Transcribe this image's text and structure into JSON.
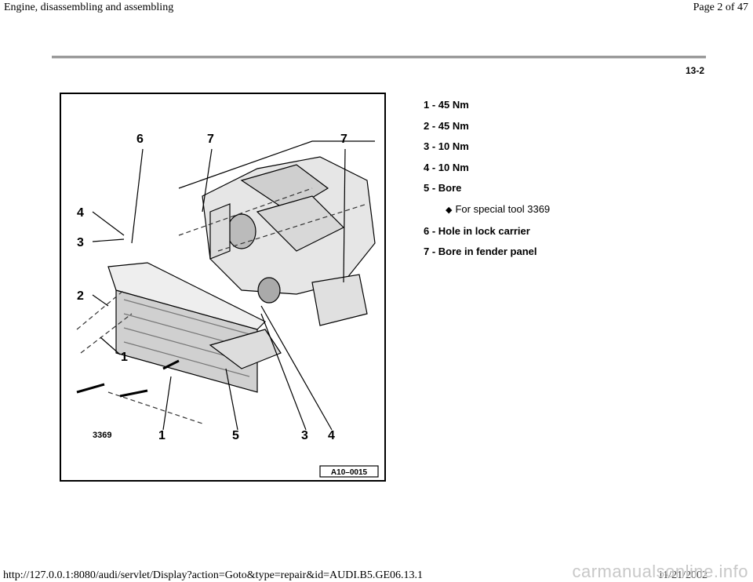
{
  "header": {
    "title": "Engine, disassembling and assembling",
    "page_label": "Page 2 of 47"
  },
  "page_code": "13-2",
  "figure": {
    "ref_code": "A10–0015",
    "tool_label": "3369",
    "callouts": [
      "6",
      "7",
      "7",
      "4",
      "3",
      "2",
      "1",
      "1",
      "5",
      "3",
      "4"
    ]
  },
  "legend": {
    "items": [
      {
        "text": "1 - 45 Nm"
      },
      {
        "text": "2 - 45 Nm"
      },
      {
        "text": "3 - 10 Nm"
      },
      {
        "text": "4 - 10 Nm"
      },
      {
        "text": "5 - Bore"
      }
    ],
    "sub_note": "For special tool 3369",
    "items_after": [
      {
        "text": "6 - Hole in lock carrier"
      },
      {
        "text": "7 - Bore in fender panel"
      }
    ]
  },
  "footer": {
    "url": "http://127.0.0.1:8080/audi/servlet/Display?action=Goto&type=repair&id=AUDI.B5.GE06.13.1",
    "date": "11/21/2002",
    "watermark": "carmanualsonline.info"
  }
}
